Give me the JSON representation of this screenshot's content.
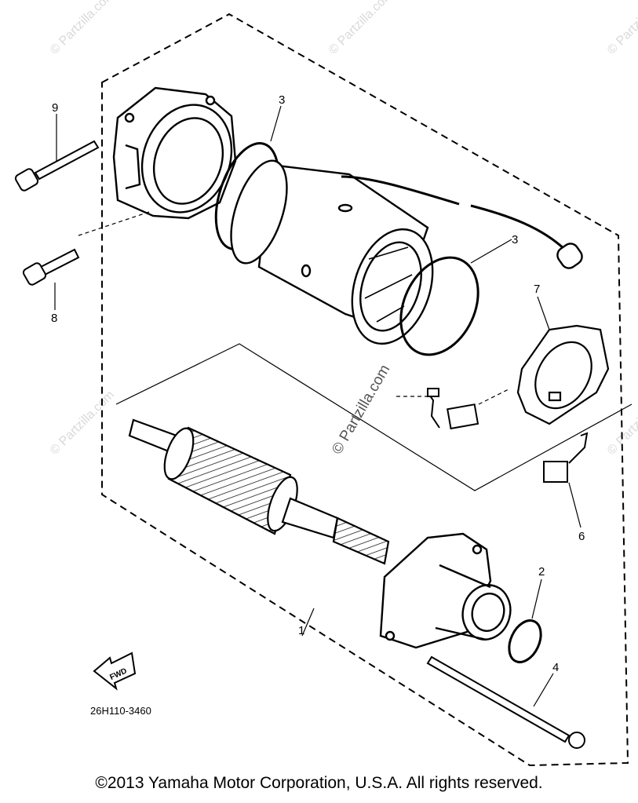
{
  "diagram": {
    "callouts": {
      "c1": "1",
      "c2": "2",
      "c3a": "3",
      "c3b": "3",
      "c4": "4",
      "c6": "6",
      "c7": "7",
      "c8": "8",
      "c9": "9"
    },
    "fwd_label": "FWD",
    "drawing_code": "26H110-3460",
    "watermarks": {
      "main": "© Partzilla.com",
      "small": "© Partzilla.com"
    }
  },
  "footer": {
    "copyright": "©2013  Yamaha Motor Corporation, U.S.A. All rights reserved."
  }
}
